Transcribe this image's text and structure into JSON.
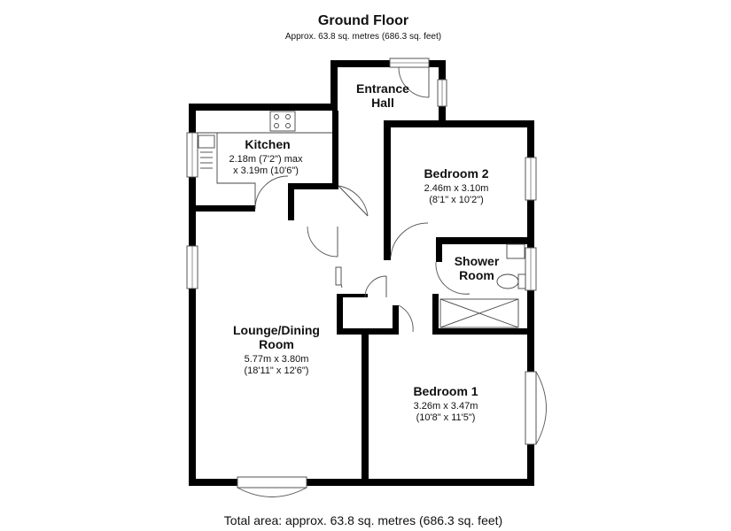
{
  "header": {
    "title": "Ground Floor",
    "subtitle": "Approx. 63.8 sq. metres (686.3 sq. feet)"
  },
  "rooms": {
    "entrance_hall": {
      "name_line1": "Entrance",
      "name_line2": "Hall"
    },
    "kitchen": {
      "name": "Kitchen",
      "dim_line1": "2.18m (7'2\") max",
      "dim_line2": "x 3.19m (10'6\")"
    },
    "bedroom2": {
      "name": "Bedroom 2",
      "dim_line1": "2.46m x 3.10m",
      "dim_line2": "(8'1\" x 10'2\")"
    },
    "shower_room": {
      "name_line1": "Shower",
      "name_line2": "Room"
    },
    "lounge": {
      "name_line1": "Lounge/Dining",
      "name_line2": "Room",
      "dim_line1": "5.77m x 3.80m",
      "dim_line2": "(18'11\" x 12'6\")"
    },
    "bedroom1": {
      "name": "Bedroom 1",
      "dim_line1": "3.26m x 3.47m",
      "dim_line2": "(10'8\" x 11'5\")"
    }
  },
  "footer": {
    "total": "Total area: approx. 63.8 sq. metres (686.3 sq. feet)"
  }
}
